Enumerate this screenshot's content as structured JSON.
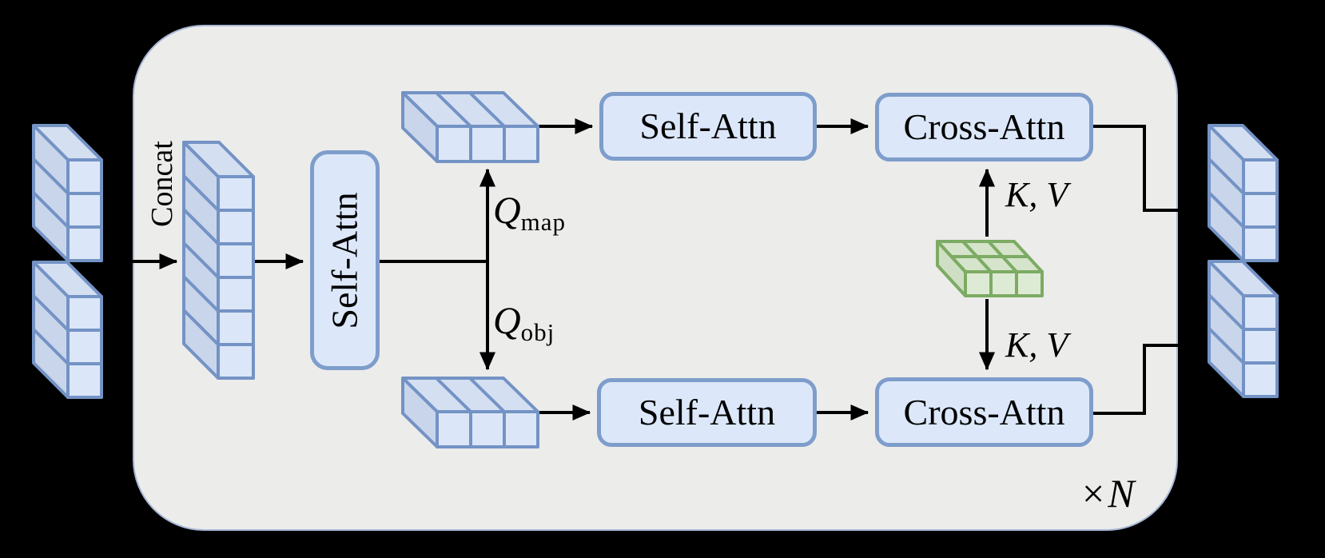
{
  "labels": {
    "concat": "Concat",
    "fused_self_attn": "Self-Attn",
    "map_self_attn": "Self-Attn",
    "map_cross_attn": "Cross-Attn",
    "obj_self_attn": "Self-Attn",
    "obj_cross_attn": "Cross-Attn",
    "q_map_base": "Q",
    "q_map_sub": "map",
    "q_obj_base": "Q",
    "q_obj_sub": "obj",
    "kv_top": "K, V",
    "kv_bottom": "K, V",
    "repeat_times": "×",
    "repeat_n": "N"
  },
  "blocks": {
    "input_stacks": {
      "count": 2,
      "cells_each": 3
    },
    "concat_stack": {
      "cells": 6
    },
    "map_query_slab": {
      "cells": 3
    },
    "obj_query_slab": {
      "cells": 3
    },
    "memory_grid": {
      "cols": 3,
      "rows": 2
    },
    "output_stacks": {
      "count": 2,
      "cells_each": 3
    }
  },
  "colors": {
    "background": "#000000",
    "panel_fill": "#ececeb",
    "panel_border": "#a9b8d6",
    "box_fill": "#dce8fa",
    "box_border": "#7e9dcb",
    "block_front": "#dbe6f8",
    "block_side": "#c9d5ea",
    "block_top": "#d4dff2",
    "block_border": "#7493c5",
    "green_front": "#deebd4",
    "green_side": "#cfdfc3",
    "green_top": "#d5e4ca",
    "green_border": "#7cab63",
    "wire": "#000000"
  }
}
